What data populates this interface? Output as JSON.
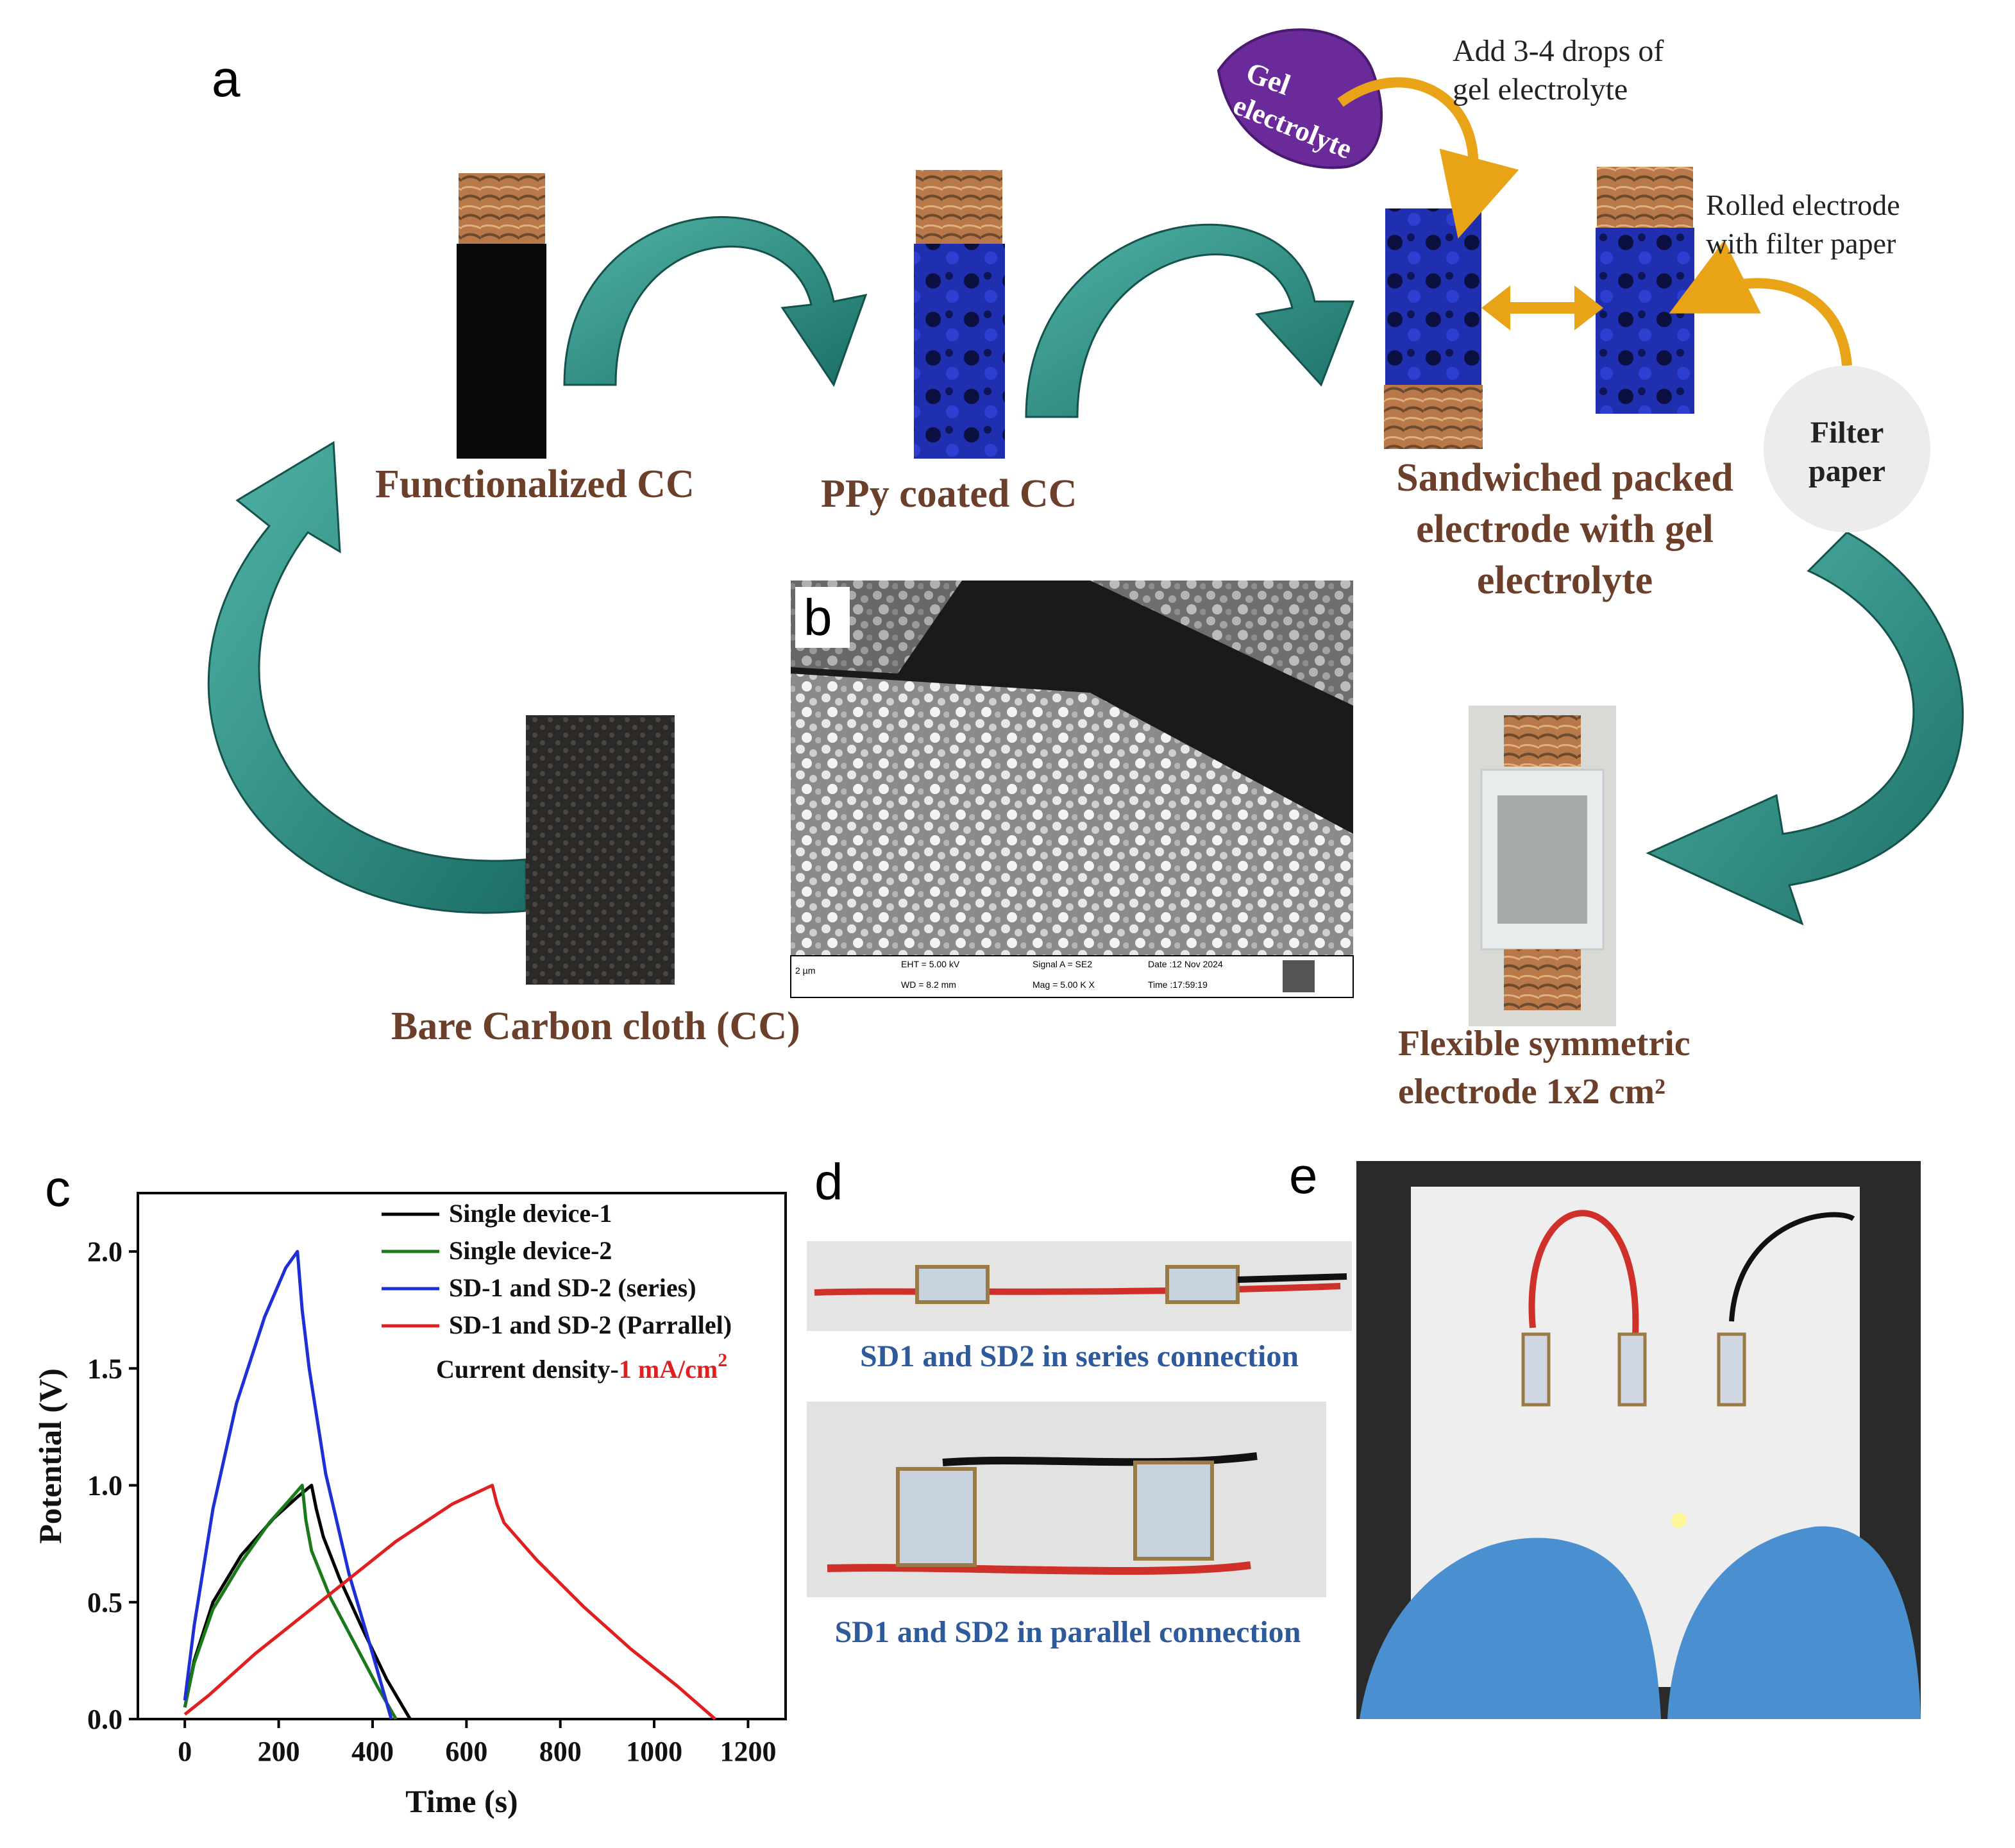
{
  "panels": {
    "a": "a",
    "b": "b",
    "c": "c",
    "d": "d",
    "e": "e"
  },
  "panel_a": {
    "functionalized": "Functionalized CC",
    "ppy": "PPy coated CC",
    "sandwich_l1": "Sandwiched packed",
    "sandwich_l2": "electrode with gel",
    "sandwich_l3": "electrolyte",
    "gel_l1": "Gel",
    "gel_l2": "electrolyte",
    "add_l1": "Add 3-4 drops of",
    "add_l2": "gel electrolyte",
    "rolled_l1": "Rolled electrode",
    "rolled_l2": "with filter paper",
    "filter_l1": "Filter",
    "filter_l2": "paper",
    "bare": "Bare Carbon cloth (CC)",
    "flex_l1": "Flexible symmetric",
    "flex_l2": "electrode 1x2 cm²"
  },
  "panel_b": {
    "scale": "2 µm",
    "eht": "EHT =  5.00 kV",
    "wd": "WD =  8.2 mm",
    "signal": "Signal A = SE2",
    "mag": "Mag =   5.00 K X",
    "date": "Date :12 Nov 2024",
    "time": "Time :17:59:19"
  },
  "panel_d": {
    "series_caption": "SD1 and SD2 in series connection",
    "parallel_caption": "SD1 and SD2 in parallel connection"
  },
  "colors": {
    "teal_arrow": "#2a8f84",
    "gold_arrow": "#e8a317",
    "gel_drop": "#6a2a9a",
    "label_brown": "#6b3f2a",
    "caption_blue": "#2e5a9c"
  },
  "chart_data": {
    "type": "line",
    "xlabel": "Time (s)",
    "ylabel": "Potential (V)",
    "xlim": [
      -100,
      1280
    ],
    "ylim": [
      0,
      2.25
    ],
    "xticks": [
      0,
      200,
      400,
      600,
      800,
      1000,
      1200
    ],
    "yticks": [
      0.0,
      0.5,
      1.0,
      1.5,
      2.0
    ],
    "legend_position": "top-right",
    "annotation_prefix": "Current density-",
    "annotation_value": "1 mA/cm",
    "annotation_sup": "2",
    "series": [
      {
        "name": "Single device-1",
        "color": "#000000",
        "points": [
          [
            0,
            0.05
          ],
          [
            20,
            0.25
          ],
          [
            60,
            0.5
          ],
          [
            120,
            0.7
          ],
          [
            190,
            0.86
          ],
          [
            240,
            0.95
          ],
          [
            270,
            1.0
          ],
          [
            280,
            0.9
          ],
          [
            295,
            0.78
          ],
          [
            330,
            0.6
          ],
          [
            380,
            0.38
          ],
          [
            430,
            0.17
          ],
          [
            480,
            0.0
          ]
        ]
      },
      {
        "name": "Single device-2",
        "color": "#1a7a1a",
        "points": [
          [
            0,
            0.05
          ],
          [
            20,
            0.24
          ],
          [
            60,
            0.47
          ],
          [
            120,
            0.67
          ],
          [
            180,
            0.84
          ],
          [
            220,
            0.93
          ],
          [
            250,
            1.0
          ],
          [
            258,
            0.85
          ],
          [
            270,
            0.72
          ],
          [
            310,
            0.52
          ],
          [
            360,
            0.33
          ],
          [
            410,
            0.14
          ],
          [
            450,
            0.0
          ]
        ]
      },
      {
        "name": "SD-1 and SD-2 (series)",
        "color": "#1f2fd6",
        "points": [
          [
            0,
            0.08
          ],
          [
            20,
            0.4
          ],
          [
            60,
            0.9
          ],
          [
            110,
            1.35
          ],
          [
            170,
            1.72
          ],
          [
            215,
            1.93
          ],
          [
            240,
            2.0
          ],
          [
            250,
            1.75
          ],
          [
            265,
            1.5
          ],
          [
            300,
            1.05
          ],
          [
            350,
            0.62
          ],
          [
            400,
            0.28
          ],
          [
            440,
            0.0
          ]
        ]
      },
      {
        "name": "SD-1 and SD-2 (Parrallel)",
        "color": "#e02020",
        "points": [
          [
            0,
            0.02
          ],
          [
            50,
            0.1
          ],
          [
            150,
            0.28
          ],
          [
            300,
            0.52
          ],
          [
            450,
            0.76
          ],
          [
            570,
            0.92
          ],
          [
            655,
            1.0
          ],
          [
            665,
            0.92
          ],
          [
            680,
            0.84
          ],
          [
            750,
            0.68
          ],
          [
            850,
            0.48
          ],
          [
            950,
            0.3
          ],
          [
            1050,
            0.14
          ],
          [
            1130,
            0.0
          ]
        ]
      }
    ]
  }
}
